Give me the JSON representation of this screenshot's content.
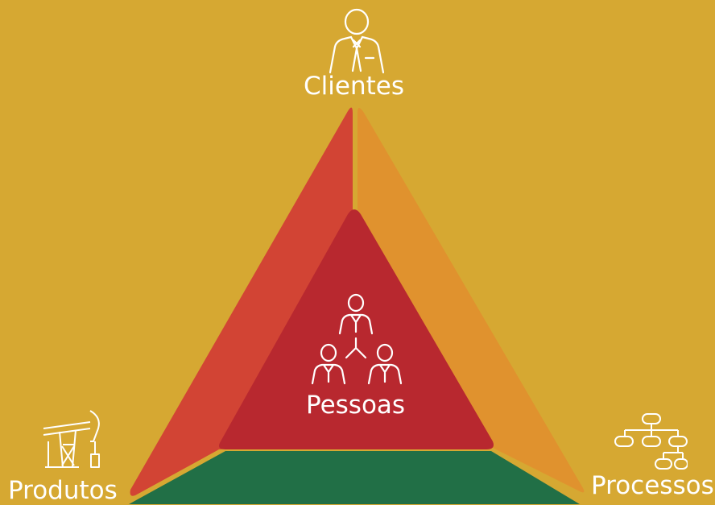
{
  "labels": {
    "top": "Clientes",
    "center": "Pessoas",
    "bottom_left": "Produtos",
    "bottom_right": "Processos"
  },
  "icons": {
    "top": "businessman-icon",
    "center": "people-hierarchy-icon",
    "bottom_left": "oil-pump-icon",
    "bottom_right": "flowchart-icon"
  },
  "colors": {
    "background": "#D6A832",
    "left_face": "#D24434",
    "right_face": "#E0922E",
    "bottom_face": "#216F46",
    "center_triangle": "#B8282F",
    "text_and_icons": "#FFFFFF"
  }
}
